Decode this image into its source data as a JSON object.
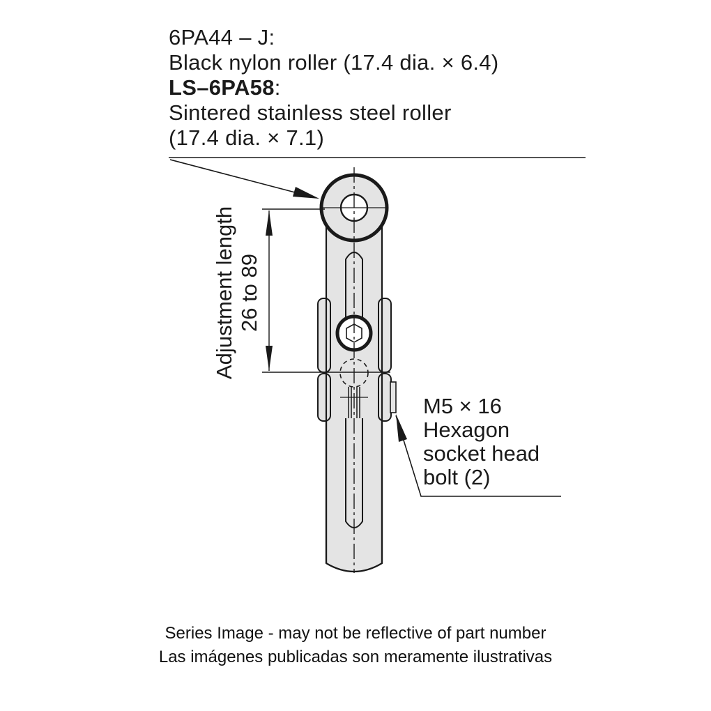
{
  "diagram": {
    "type": "mechanical-drawing",
    "subject": "Adjustable roller lever arm",
    "colors": {
      "line": "#1a1a1a",
      "fill": "#e4e4e4",
      "background": "#ffffff"
    }
  },
  "roller_callout": {
    "line1": "6PA44 – J:",
    "line2": "Black nylon roller (17.4  dia. × 6.4)",
    "line3_bold": "LS–6PA58",
    "line3_suffix": ":",
    "line4": "Sintered stainless steel roller",
    "line5": "(17.4  dia. × 7.1)"
  },
  "adjustment": {
    "line1": "Adjustment length",
    "line2": "26 to 89"
  },
  "bolt_callout": {
    "line1": "M5 × 16",
    "line2": "Hexagon",
    "line3": "socket  head",
    "line4": "bolt (2)"
  },
  "caption": {
    "line1": "Series Image - may not be reflective of part number",
    "line2": "Las imágenes publicadas son meramente ilustrativas"
  }
}
